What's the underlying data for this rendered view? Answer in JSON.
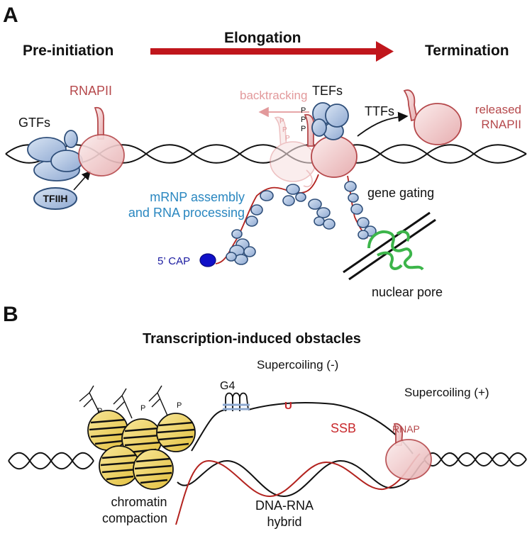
{
  "panel_a": {
    "letter": "A",
    "stage_preinitiation": "Pre-initiation",
    "stage_elongation": "Elongation",
    "stage_termination": "Termination",
    "rnapii": "RNAPII",
    "gtfs": "GTFs",
    "tfiih": "TFIIH",
    "backtracking": "backtracking",
    "tefs": "TEFs",
    "ttfs": "TTFs",
    "released_line1": "released",
    "released_line2": "RNAPII",
    "mrnp_line1": "mRNP assembly",
    "mrnp_line2": "and RNA processing",
    "cap": "5’ CAP",
    "gene_gating": "gene gating",
    "nuclear_pore": "nuclear pore",
    "phospho": "P"
  },
  "panel_b": {
    "letter": "B",
    "title": "Transcription-induced obstacles",
    "supercoil_neg": "Supercoiling (-)",
    "supercoil_pos": "Supercoiling (+)",
    "g4": "G4",
    "uracil": "U",
    "ssb": "SSB",
    "rnap": "RNAP",
    "chromatin_line1": "chromatin",
    "chromatin_line2": "compaction",
    "hybrid_line1": "DNA-RNA",
    "hybrid_line2": "hybrid",
    "phospho": "P"
  },
  "colors": {
    "rnap_fill": "#f2d0d0",
    "rnap_stroke": "#b5484b",
    "rnap_label": "#b5484b",
    "factor_fill": "#b9cce6",
    "factor_stroke": "#2f4f7a",
    "arrow_red": "#c0161c",
    "mrnp_text": "#2a87c0",
    "cap_fill": "#1010c8",
    "cap_text": "#1a1aa0",
    "pore_green": "#3cb54a",
    "backtrack": "#e2999b",
    "nucleosome": "#f1d66b",
    "rna_red": "#b3231f",
    "ssb_red": "#c8282c",
    "g4_blue": "#8ca8d0"
  }
}
